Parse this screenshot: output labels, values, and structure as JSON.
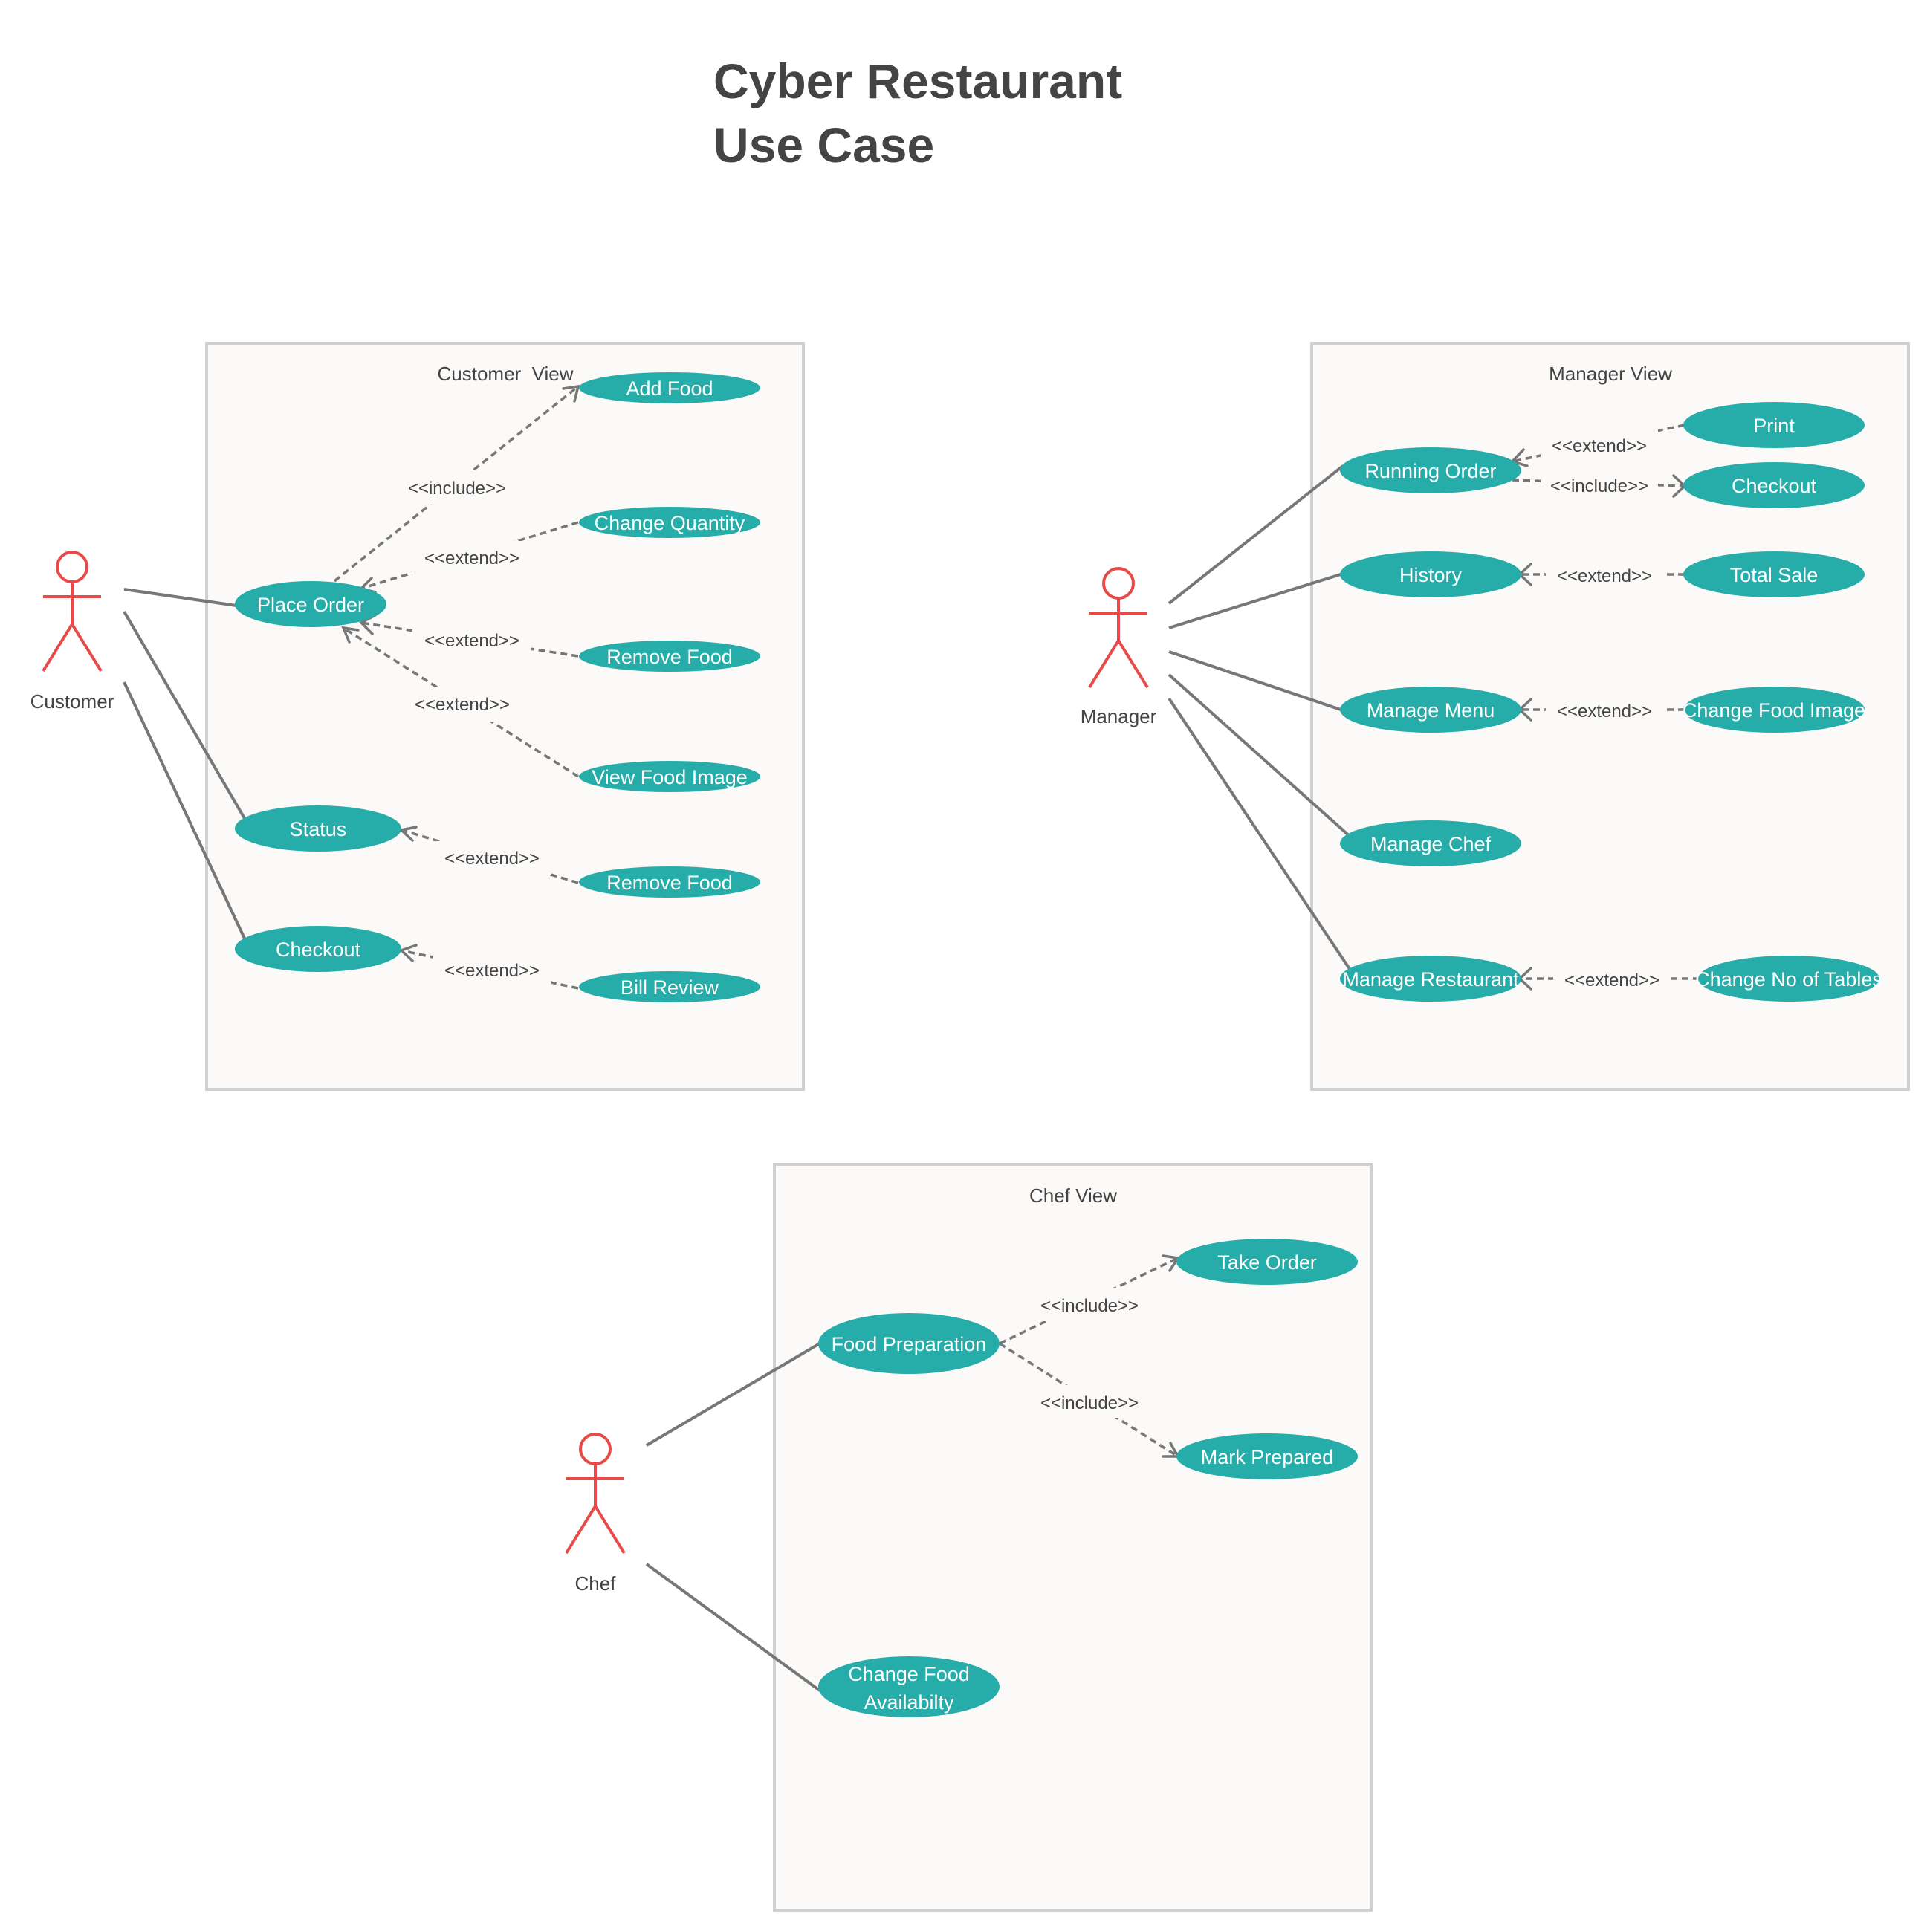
{
  "title": {
    "line1": "Cyber Restaurant",
    "line2": "Use Case"
  },
  "boundaries": {
    "customer": "Customer  View",
    "manager": "Manager View",
    "chef": "Chef View"
  },
  "actors": {
    "customer": "Customer",
    "manager": "Manager",
    "chef": "Chef"
  },
  "use_cases": {
    "place_order": "Place Order",
    "add_food": "Add Food",
    "change_quantity": "Change Quantity",
    "remove_food_1": "Remove Food",
    "view_food_image": "View Food Image",
    "status": "Status",
    "remove_food_2": "Remove Food",
    "checkout_customer": "Checkout",
    "bill_review": "Bill Review",
    "running_order": "Running Order",
    "print": "Print",
    "checkout_manager": "Checkout",
    "history": "History",
    "total_sale": "Total Sale",
    "manage_menu": "Manage Menu",
    "change_food_image": "Change Food Image",
    "manage_chef": "Manage Chef",
    "manage_restaurant": "Manage Restaurant",
    "change_no_of_tables": "Change No of Tables",
    "food_preparation": "Food Preparation",
    "take_order": "Take Order",
    "mark_prepared": "Mark Prepared",
    "change_food_availability_1": "Change Food",
    "change_food_availability_2": "Availabilty"
  },
  "relations": {
    "po_add_food": "<<include>>",
    "po_change_quantity": "<<extend>>",
    "po_remove_food": "<<extend>>",
    "po_view_food_image": "<<extend>>",
    "status_remove_food": "<<extend>>",
    "checkout_bill_review": "<<extend>>",
    "running_order_print": "<<extend>>",
    "running_order_checkout": "<<include>>",
    "history_total_sale": "<<extend>>",
    "manage_menu_change_image": "<<extend>>",
    "manage_restaurant_tables": "<<extend>>",
    "food_prep_take_order": "<<include>>",
    "food_prep_mark_prepared": "<<include>>"
  },
  "colors": {
    "use_case_fill": "#26ada9",
    "actor_stroke": "#e84a4a",
    "line": "#777777",
    "boundary_fill": "#fbfaf8",
    "boundary_stroke": "#d0d0d0",
    "text": "#444444"
  }
}
